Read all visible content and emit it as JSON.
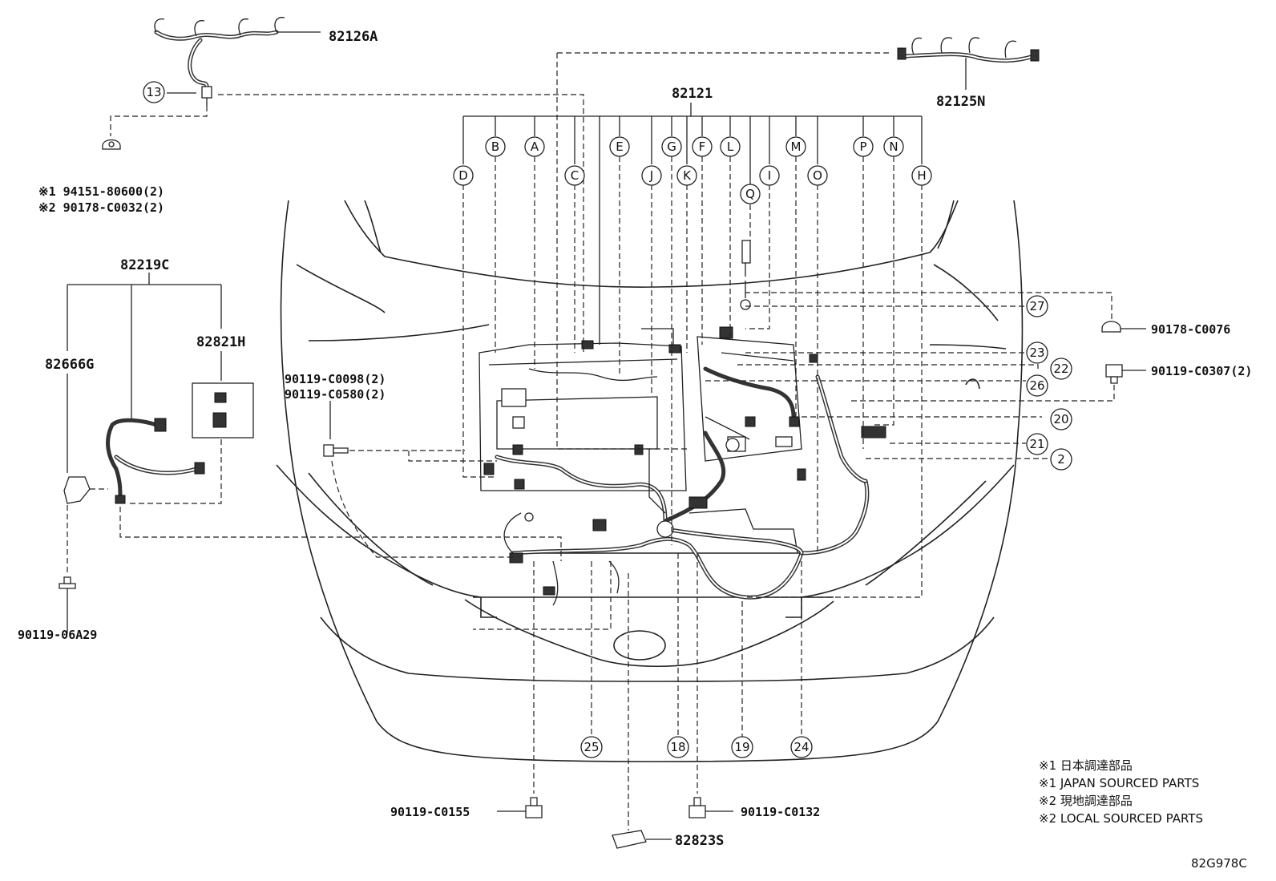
{
  "part_numbers": {
    "p82126A": "82126A",
    "p82125N": "82125N",
    "p82121": "82121",
    "p82219C": "82219C",
    "p82821H": "82821H",
    "p82666G": "82666G",
    "p90119_06A29": "90119-06A29",
    "p90119_C0098": "90119-C0098(2)",
    "p90119_C0580": "90119-C0580(2)",
    "p90178_C0076": "90178-C0076",
    "p90119_C0307": "90119-C0307(2)",
    "p90119_C0155": "90119-C0155",
    "p90119_C0132": "90119-C0132",
    "p82823S": "82823S",
    "p94151": "※1 94151-80600(2)",
    "p90178_C0032": "※2 90178-C0032(2)"
  },
  "connector_letters": [
    "D",
    "B",
    "A",
    "C",
    "E",
    "J",
    "G",
    "K",
    "F",
    "L",
    "Q",
    "I",
    "M",
    "O",
    "P",
    "N",
    "H"
  ],
  "callouts": [
    "13",
    "27",
    "23",
    "22",
    "26",
    "20",
    "21",
    "2",
    "25",
    "18",
    "19",
    "24"
  ],
  "notes": [
    "※1 日本調達部品",
    "※1 JAPAN SOURCED PARTS",
    "※2 現地調達部品",
    "※2 LOCAL SOURCED PARTS"
  ],
  "diagram_code": "82G978C"
}
